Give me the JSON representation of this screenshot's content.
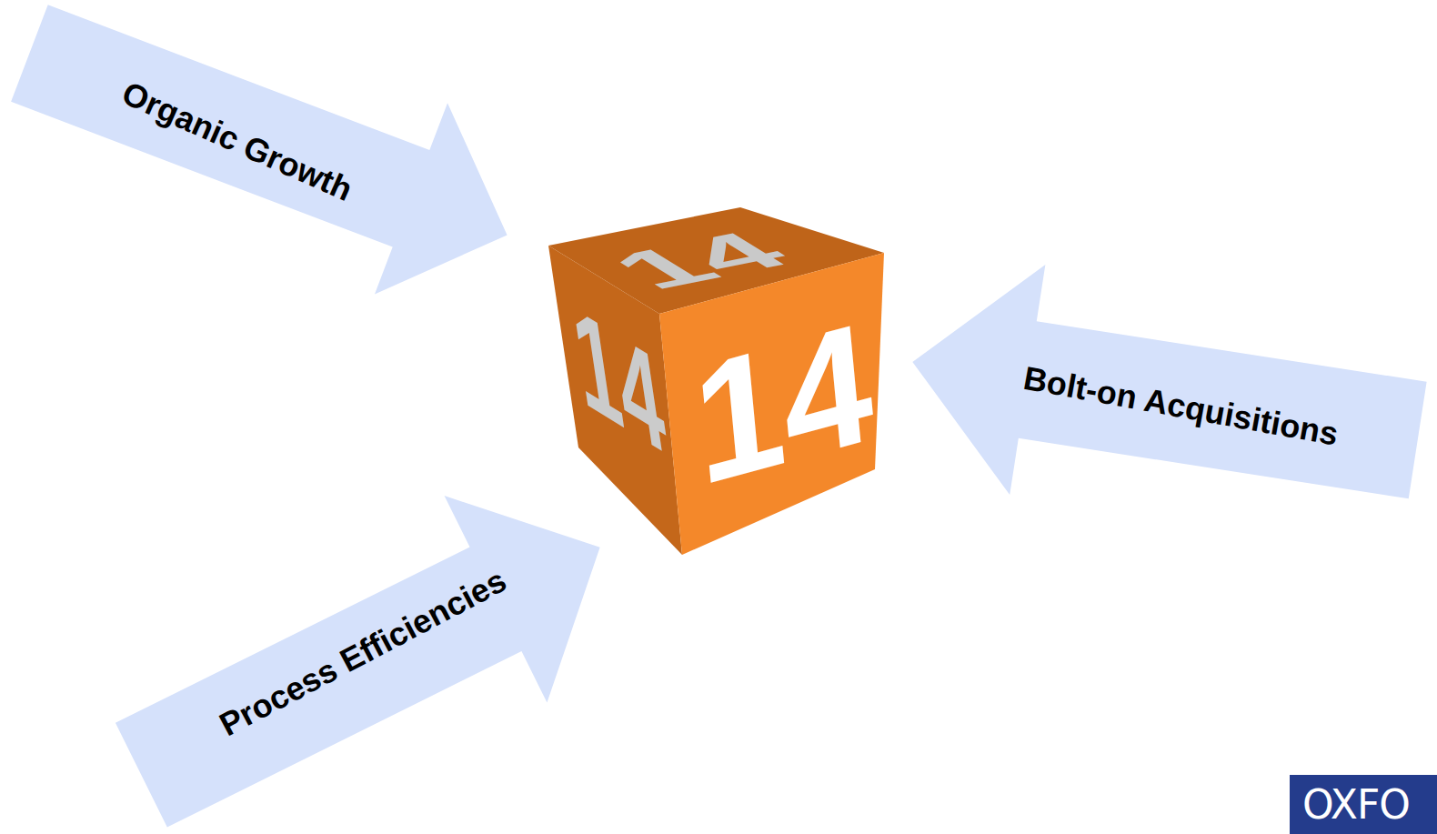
{
  "diagram": {
    "nodes": [
      {
        "text": [
          "Organic Growth"
        ]
      },
      {
        "text": [
          "14",
          "14",
          "14"
        ]
      },
      {
        "text": [
          "Bolt-on Acquisitions"
        ]
      },
      {
        "text": [
          "Process Efficiencies"
        ]
      }
    ],
    "labels": [
      "OXFO"
    ]
  }
}
